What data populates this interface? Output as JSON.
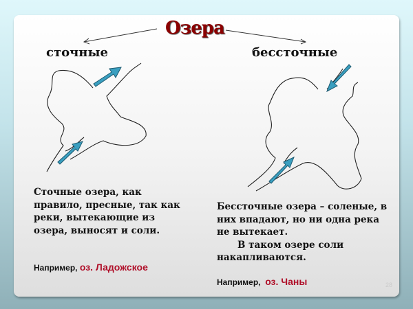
{
  "title": "Озера",
  "left": {
    "heading": "сточные",
    "text": "Сточные озера, как правило, пресные, так как реки, вытекающие из озера, выносят и соли.",
    "example_prefix": "Например,",
    "example_name": "оз. Ладожское"
  },
  "right": {
    "heading": "бессточные",
    "text_line1": "Бессточные озера – соленые, в них впадают, но ни одна река не вытекает.",
    "text_line2": "В таком озере соли накапливаются.",
    "example_prefix": "Например,",
    "example_name": "оз. Чаны"
  },
  "slide_number": "28",
  "colors": {
    "title": "#8b0000",
    "example": "#b0102a",
    "arrow": "#3a9fc0"
  }
}
